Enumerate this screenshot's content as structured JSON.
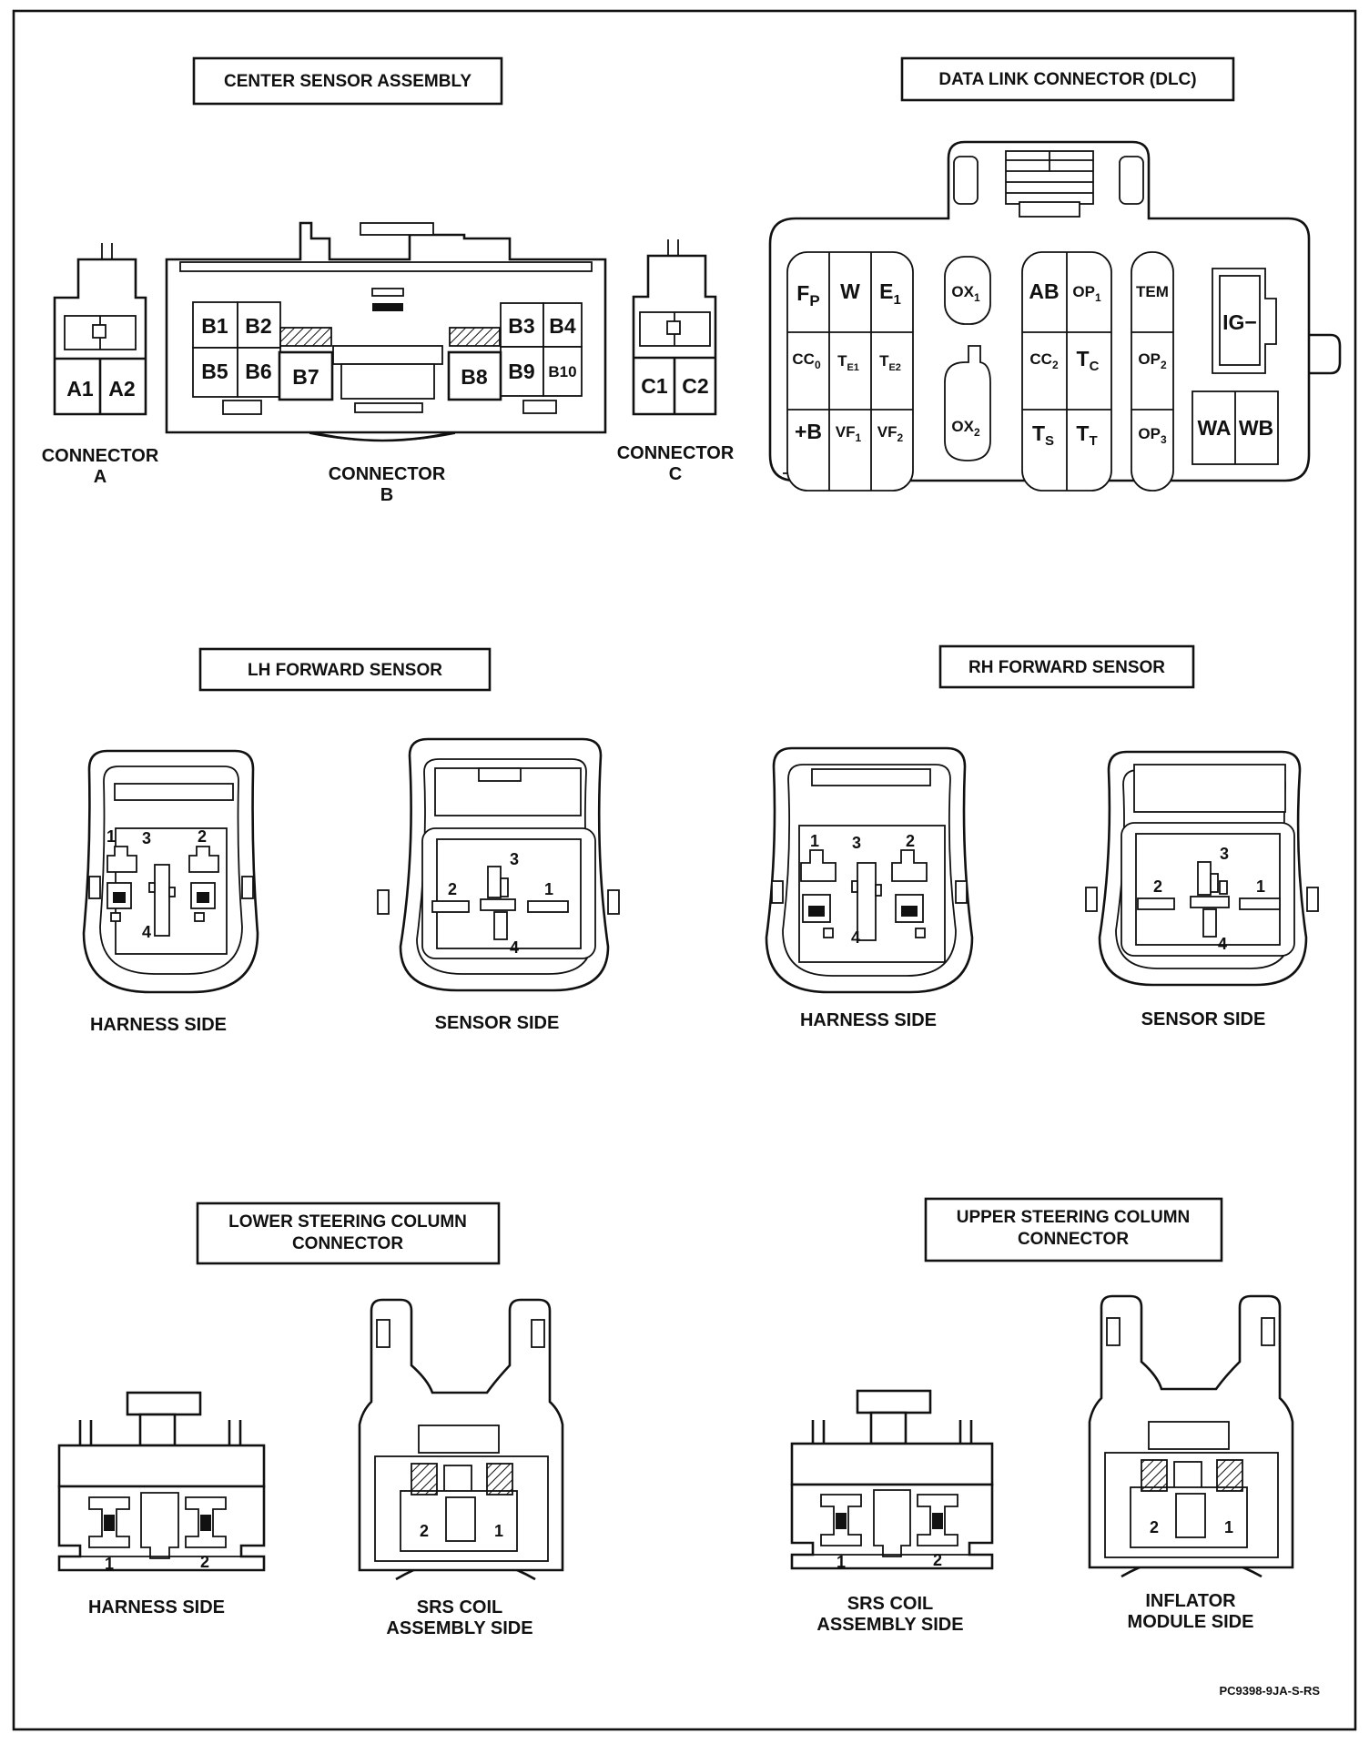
{
  "titles": {
    "center": "CENTER SENSOR ASSEMBLY",
    "dlc": "DATA LINK CONNECTOR (DLC)",
    "lh": "LH FORWARD SENSOR",
    "rh": "RH FORWARD SENSOR",
    "lower_l1": "LOWER STEERING COLUMN",
    "lower_l2": "CONNECTOR",
    "upper_l1": "UPPER STEERING COLUMN",
    "upper_l2": "CONNECTOR"
  },
  "connector_a": {
    "cap1": "CONNECTOR",
    "cap2": "A",
    "pins": [
      "A1",
      "A2"
    ]
  },
  "connector_b": {
    "cap1": "CONNECTOR",
    "cap2": "B",
    "pins": [
      "B1",
      "B2",
      "B3",
      "B4",
      "B5",
      "B6",
      "B7",
      "B8",
      "B9",
      "B10"
    ]
  },
  "connector_c": {
    "cap1": "CONNECTOR",
    "cap2": "C",
    "pins": [
      "C1",
      "C2"
    ]
  },
  "dlc": {
    "fp": "F",
    "fp_sub": "P",
    "w": "W",
    "e1": "E",
    "e1_sub": "1",
    "ox1": "OX",
    "ox1_sub": "1",
    "ab": "AB",
    "op1": "OP",
    "op1_sub": "1",
    "tem": "TEM",
    "ig": "IG−",
    "cc0": "CC",
    "cc0_sub": "0",
    "te1": "T",
    "te1_sub": "E1",
    "te2": "T",
    "te2_sub": "E2",
    "cc2": "CC",
    "cc2_sub": "2",
    "tc": "T",
    "tc_sub": "C",
    "op2": "OP",
    "op2_sub": "2",
    "pb": "+B",
    "vf1": "VF",
    "vf1_sub": "1",
    "vf2": "VF",
    "vf2_sub": "2",
    "ox2": "OX",
    "ox2_sub": "2",
    "ts": "T",
    "ts_sub": "S",
    "tt": "T",
    "tt_sub": "T",
    "op3": "OP",
    "op3_sub": "3",
    "wa": "WA",
    "wb": "WB"
  },
  "forward": {
    "harness_side": "HARNESS SIDE",
    "sensor_side": "SENSOR SIDE",
    "pins": [
      "1",
      "2",
      "3",
      "4"
    ]
  },
  "steering": {
    "harness_side": "HARNESS SIDE",
    "srs_l1": "SRS COIL",
    "srs_l2": "ASSEMBLY SIDE",
    "inflator_l1": "INFLATOR",
    "inflator_l2": "MODULE SIDE",
    "pins": [
      "1",
      "2"
    ]
  },
  "footer": "PC9398-9JA-S-RS"
}
